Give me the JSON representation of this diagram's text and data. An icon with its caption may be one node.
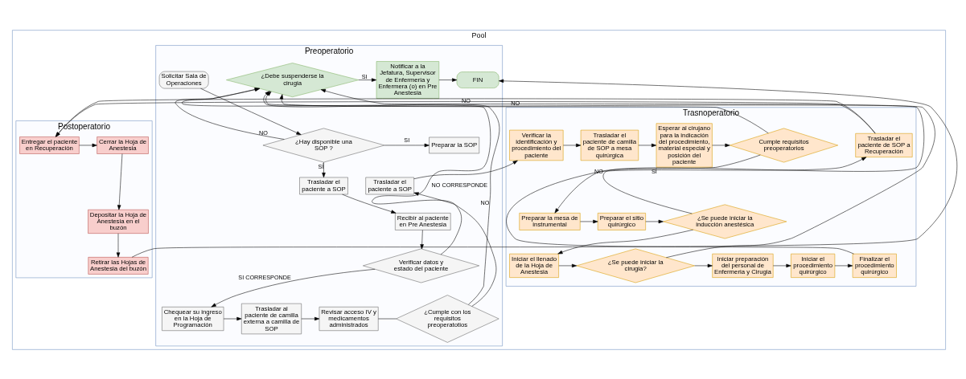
{
  "diagram": {
    "nodes": [
      {
        "text": [
          "Pool"
        ]
      },
      {
        "text": [
          "Preoperatorio"
        ],
        "in": 0
      },
      {
        "text": [
          "Trasnoperatorio"
        ],
        "in": 0
      },
      {
        "text": [
          "Postoperatorio"
        ],
        "in": 0
      },
      {
        "text": [
          "Solicitar Sala de Operaciones"
        ],
        "in": 1
      },
      {
        "text": [
          "¿Hay disponible una SOP ?"
        ],
        "in": 1
      },
      {
        "text": [
          "Preparar la SOP"
        ],
        "in": 1
      },
      {
        "text": [
          "Trasladar el paciente a SOP"
        ],
        "in": 1
      },
      {
        "text": [
          "Recibir al paciente en Pre Anestesia"
        ],
        "in": 1
      },
      {
        "text": [
          "Verificar datos y estado del paciente"
        ],
        "in": 1
      },
      {
        "text": [
          "Chequear su ingreso en la Hoja de Programación"
        ],
        "in": 1
      },
      {
        "text": [
          "Trasladar al paciente de camilla externa a camilla de SOP"
        ],
        "in": 1
      },
      {
        "text": [
          "Revisar acceso IV y medicamentos administrados"
        ],
        "in": 1
      },
      {
        "text": [
          "¿Cumple con los requisitos preoperatotios"
        ],
        "in": 1
      },
      {
        "text": [
          "Trasladar el paciente a SOP"
        ],
        "in": 1
      },
      {
        "text": [
          "¿Debe suspenderse la cirugia"
        ],
        "in": 1
      },
      {
        "text": [
          "Notificar a la Jefatura, Supervisor de Enfermeria y Enfermera (o) en Pre Anestesia"
        ],
        "in": 1
      },
      {
        "text": [
          "FIN"
        ],
        "in": 1
      },
      {
        "text": [
          "Verificar la identificación y procedimiento del paciente"
        ],
        "in": 2
      },
      {
        "text": [
          "Trasladar el paciente de camilla de SOP a mesa quirúrgica"
        ],
        "in": 2
      },
      {
        "text": [
          "Esperar al cirujano para la indicación del procedimiento, material especial y posición del paciente"
        ],
        "in": 2
      },
      {
        "text": [
          "Cumple requisitos preoperatorios"
        ],
        "in": 2
      },
      {
        "text": [
          "Preparar la mesa de instrumental"
        ],
        "in": 2
      },
      {
        "text": [
          "Preparar el sitio quirúrgico"
        ],
        "in": 2
      },
      {
        "text": [
          "¿Se puede iniciar la inducción anestésica"
        ],
        "in": 2
      },
      {
        "text": [
          "Iniciar el llenado de la Hoja de Anestesia"
        ],
        "in": 2
      },
      {
        "text": [
          "¿Se puede iniciar la cirugia?"
        ],
        "in": 2
      },
      {
        "text": [
          "Iniciar preparación del personal de Enfermeria y Cirugia"
        ],
        "in": 2
      },
      {
        "text": [
          "Iniciar el procedimiento quirúrgico"
        ],
        "in": 2
      },
      {
        "text": [
          "Finalizar el procedimiento quirúrgico"
        ],
        "in": 2
      },
      {
        "text": [
          "Trasladar el paciente de SOP a Recuperación"
        ],
        "in": 2
      },
      {
        "text": [
          "Entregar el paciente en Recuperación"
        ],
        "in": 3
      },
      {
        "text": [
          "Cerrar la Hoja de Anestesia"
        ],
        "in": 3
      },
      {
        "text": [
          "Depositar la Hoja de Anestesia en el buzón"
        ],
        "in": 3
      },
      {
        "text": [
          "Retirar las Hojas de Anestesia del buzón"
        ],
        "in": 3
      }
    ],
    "edges": [
      {
        "from": 4,
        "to": 5,
        "arrow": "to"
      },
      {
        "from": 5,
        "to": 6,
        "arrow": "to",
        "label": "SI"
      },
      {
        "from": 5,
        "to": 15,
        "arrow": "to",
        "label": "NO"
      },
      {
        "from": 5,
        "to": 7,
        "arrow": "to",
        "label": "SÍ"
      },
      {
        "from": 7,
        "to": 8,
        "arrow": "to"
      },
      {
        "from": 8,
        "to": 9,
        "arrow": "to"
      },
      {
        "from": 9,
        "to": 15,
        "arrow": "to",
        "label": "NO CORRESPONDE"
      },
      {
        "from": 9,
        "to": 10,
        "arrow": "to",
        "label": "SI CORRESPONDE"
      },
      {
        "from": 10,
        "to": 11,
        "arrow": "to"
      },
      {
        "from": 11,
        "to": 12,
        "arrow": "to"
      },
      {
        "from": 12,
        "to": 13,
        "arrow": "none"
      },
      {
        "from": 13,
        "to": 14,
        "arrow": "to"
      },
      {
        "from": 13,
        "to": 15,
        "arrow": "to",
        "label": "NO"
      },
      {
        "from": 15,
        "to": 16,
        "arrow": "to",
        "label": "SI"
      },
      {
        "from": 16,
        "to": 17,
        "arrow": "to"
      },
      {
        "from": 14,
        "to": 18,
        "arrow": "to"
      },
      {
        "from": 18,
        "to": 19,
        "arrow": "to"
      },
      {
        "from": 19,
        "to": 20,
        "arrow": "to"
      },
      {
        "from": 20,
        "to": 21,
        "arrow": "to"
      },
      {
        "from": 21,
        "to": 15,
        "arrow": "to",
        "label": "NO"
      },
      {
        "from": 21,
        "to": 22,
        "arrow": "to",
        "label": "SÍ"
      },
      {
        "from": 22,
        "to": 23,
        "arrow": "to"
      },
      {
        "from": 23,
        "to": 24,
        "arrow": "to"
      },
      {
        "from": 24,
        "to": 15,
        "arrow": "to",
        "label": "NO"
      },
      {
        "from": 24,
        "to": 25,
        "arrow": "to"
      },
      {
        "from": 25,
        "to": 26,
        "arrow": "to"
      },
      {
        "from": 26,
        "to": 15,
        "arrow": "to",
        "label": "NO"
      },
      {
        "from": 26,
        "to": 27,
        "arrow": "to"
      },
      {
        "from": 27,
        "to": 28,
        "arrow": "to"
      },
      {
        "from": 28,
        "to": 29,
        "arrow": "to"
      },
      {
        "from": 29,
        "to": 30,
        "arrow": "to"
      },
      {
        "from": 30,
        "to": 31,
        "arrow": "to"
      },
      {
        "from": 31,
        "to": 32,
        "arrow": "to"
      },
      {
        "from": 32,
        "to": 33,
        "arrow": "to"
      },
      {
        "from": 33,
        "to": 34,
        "arrow": "to"
      },
      {
        "from": 34,
        "to": 17,
        "arrow": "to"
      }
    ]
  }
}
